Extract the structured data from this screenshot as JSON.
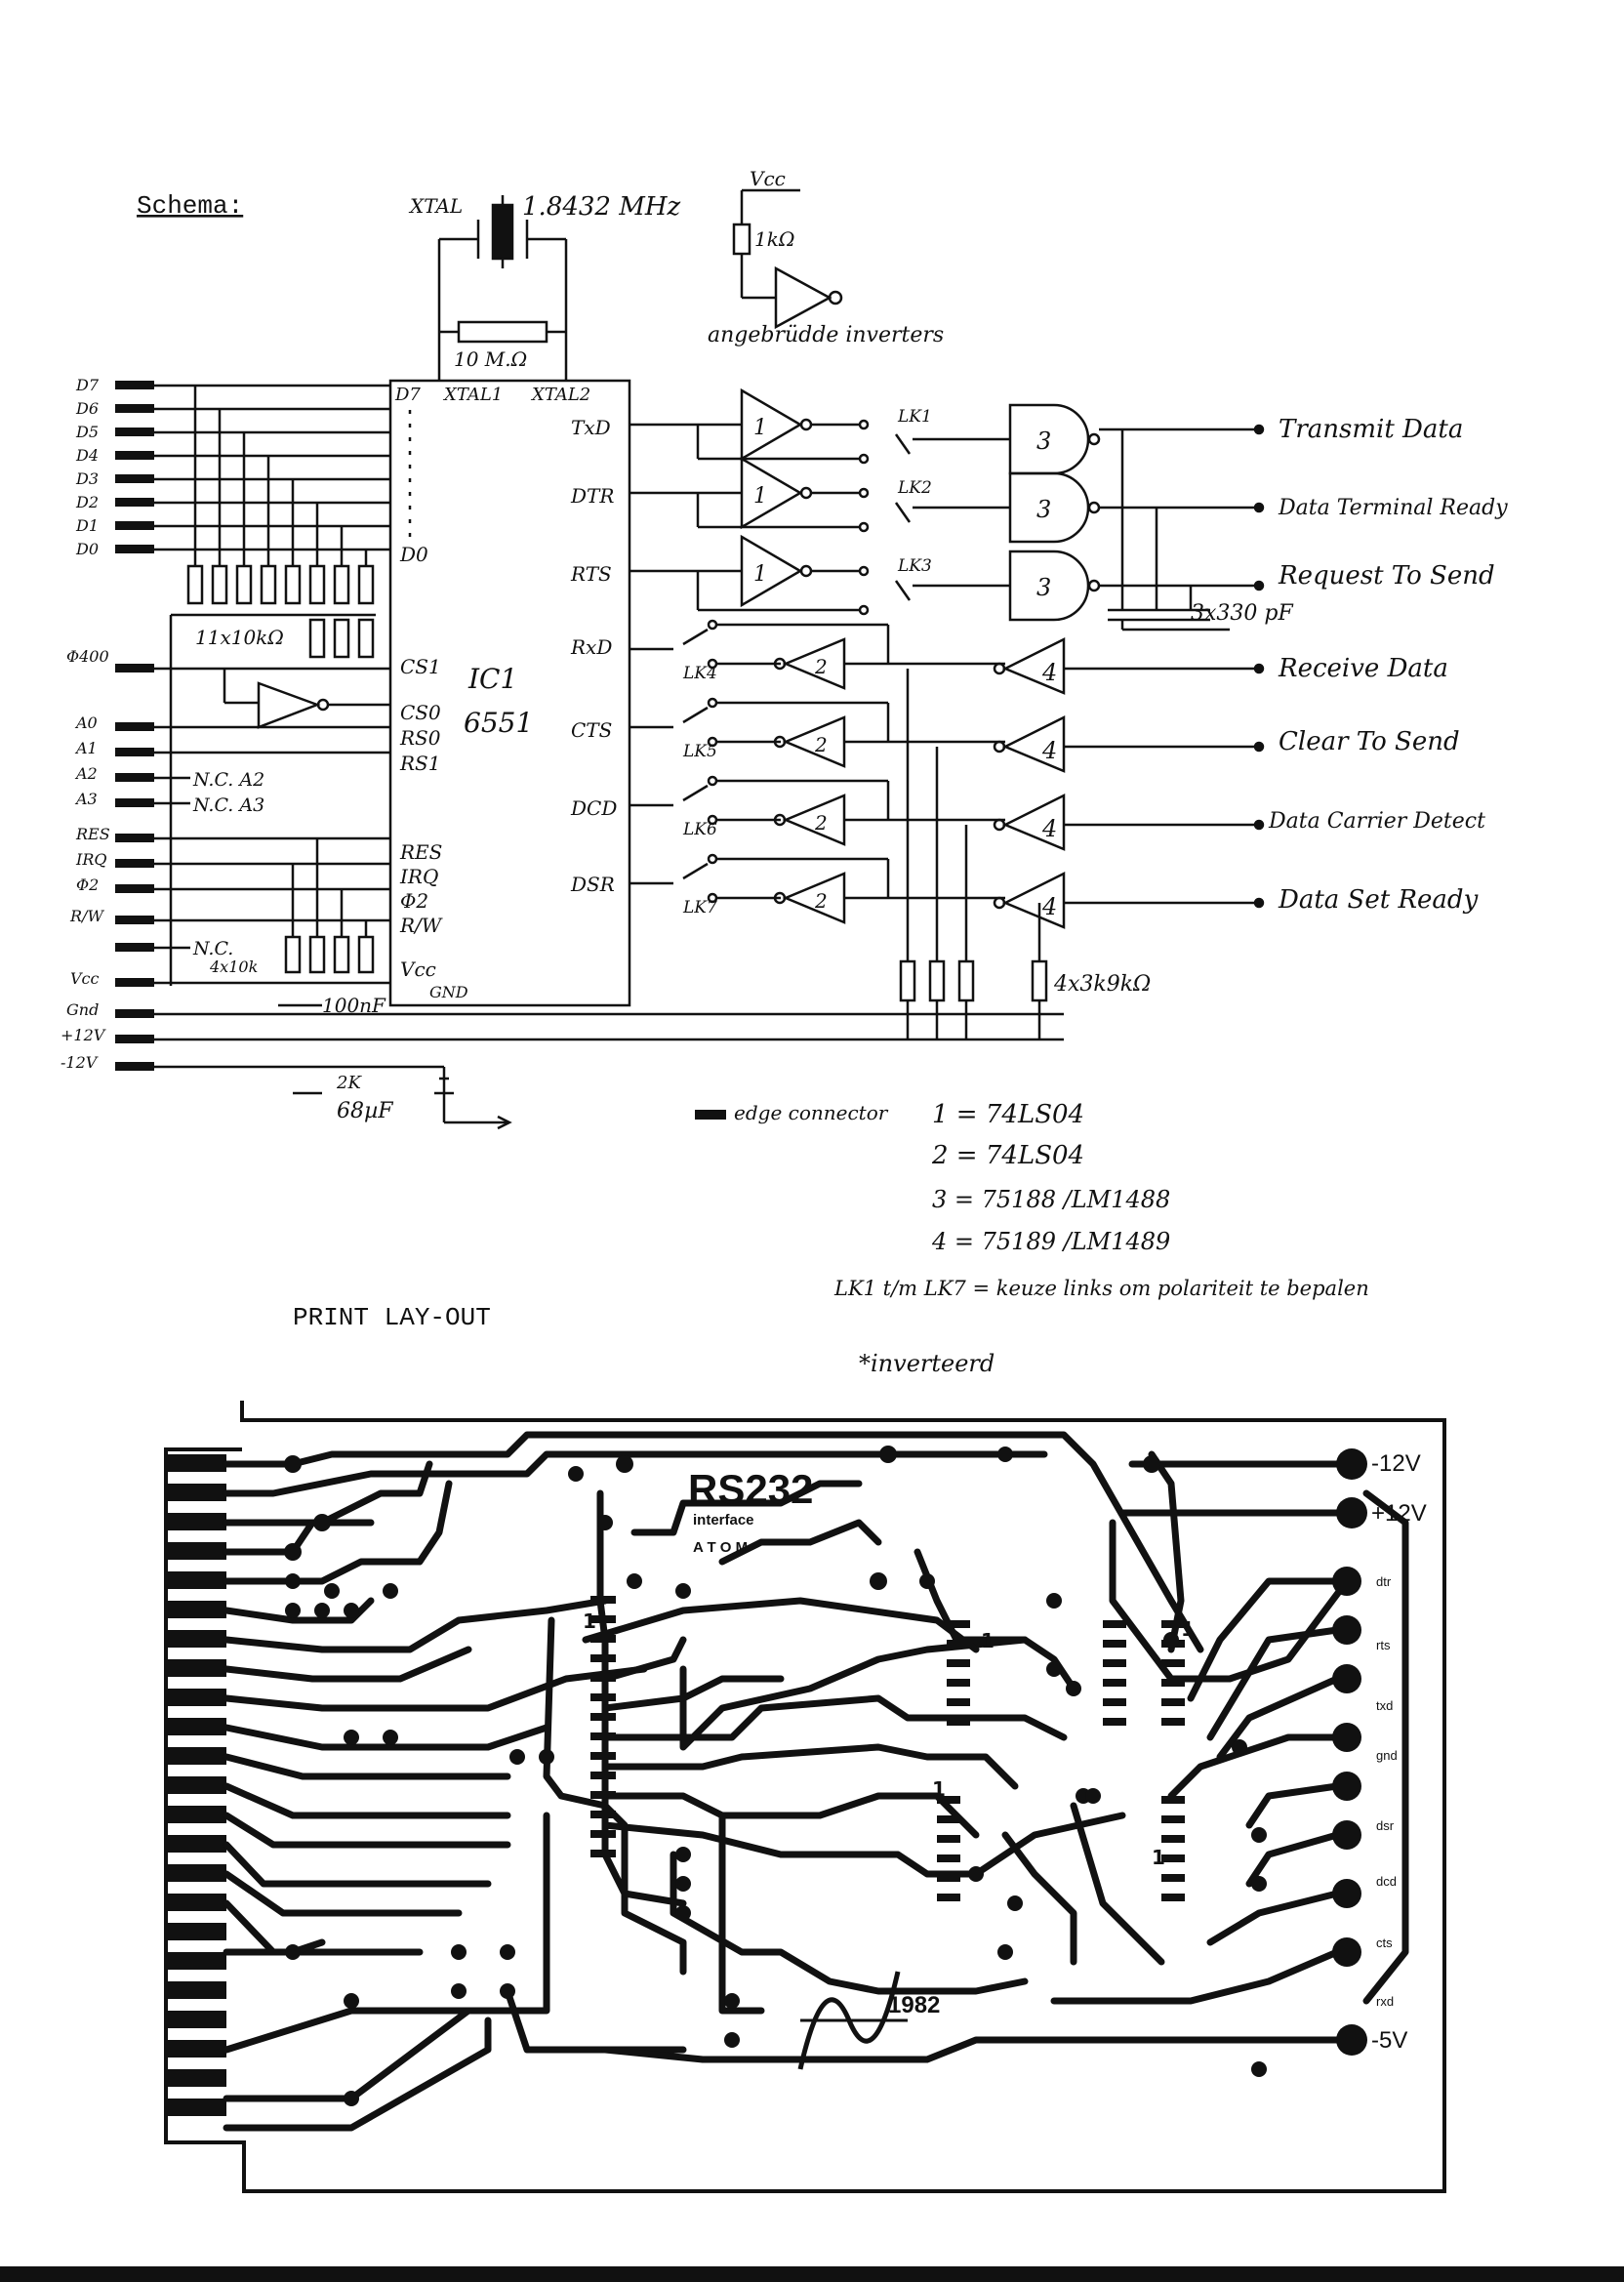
{
  "schema": {
    "heading": "Schema:",
    "crystal_label": "XTAL",
    "crystal_freq": "1.8432 MHz",
    "resistor_10m": "10 M.Ω",
    "inverter_note_vcc": "Vcc",
    "inverter_note_r": "1kΩ",
    "inverter_note_text": "angebrüdde inverters",
    "bus_pins": [
      "D7",
      "D6",
      "D5",
      "D4",
      "D3",
      "D2",
      "D1",
      "D0",
      "Φ400",
      "A0",
      "A1",
      "A2",
      "A3",
      "RES",
      "IRQ",
      "Φ2",
      "R/W",
      "Vcc",
      "Gnd",
      "+12V",
      "-12V"
    ],
    "pullups": "11x10kΩ",
    "nc_a2": "N.C. A2",
    "nc_a3": "N.C. A3",
    "nc_rw": "N.C.",
    "rw_resistors": "4x10k",
    "cap_100n": "100nF",
    "cap_68u": "68µF",
    "cap_2k": "2K",
    "ic_name": "IC1",
    "ic_part": "6551",
    "ic_pins_top": [
      "D7",
      "XTAL1",
      "XTAL2"
    ],
    "ic_pin_d0": "D0",
    "ic_pins_left": [
      "CS1",
      "CS0",
      "RS0",
      "RS1",
      "RES",
      "IRQ",
      "Φ2",
      "R/W",
      "Vcc",
      "GND"
    ],
    "ic_pins_right": [
      "TxD",
      "DTR",
      "RTS",
      "RxD",
      "CTS",
      "DCD",
      "DSR"
    ],
    "links_out": [
      "LK1",
      "LK2",
      "LK3"
    ],
    "links_in": [
      "LK4",
      "LK5",
      "LK6",
      "LK7"
    ],
    "gate_numbers": {
      "inv": "1",
      "drv": "3",
      "rcv": "4",
      "inv2": "2"
    },
    "outputs": [
      "Transmit Data",
      "Data Terminal Ready",
      "Request To Send",
      "Receive Data",
      "Clear To Send",
      "Data Carrier Detect",
      "Data Set Ready"
    ],
    "cap_330p": "3x330 pF",
    "res_3k9": "4x3k9kΩ",
    "legend_edge": "edge connector",
    "legend_parts": [
      "1 = 74LS04",
      "2 = 74LS04",
      "3 = 75188 /LM1488",
      "4 = 75189 /LM1489"
    ],
    "legend_links": "LK1 t/m LK7 = keuze links om polariteit te bepalen",
    "legend_inverted": "*inverteerd"
  },
  "layout": {
    "heading": "PRINT LAY-OUT",
    "board_title": "RS232",
    "board_sub": "interface",
    "board_brand": "A T O M",
    "board_year": "1982",
    "pads_right": [
      "-12V",
      "+12V",
      "dtr",
      "rts",
      "txd",
      "gnd",
      "dsr",
      "dcd",
      "cts",
      "rxd",
      "-5V"
    ],
    "ic_pin1": "1"
  }
}
